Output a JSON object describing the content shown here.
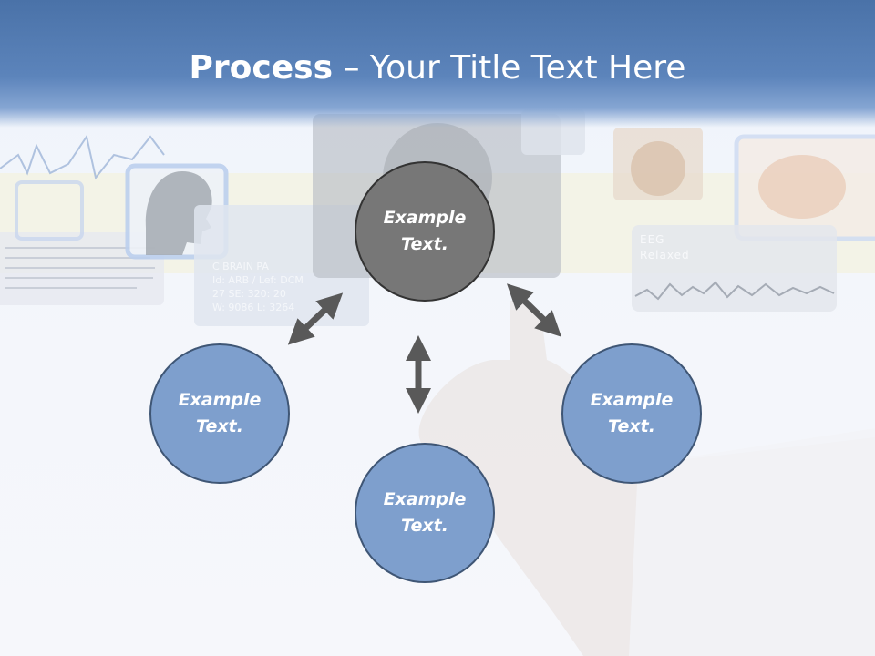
{
  "title": {
    "bold": "Process",
    "rest": " – Your Title Text Here"
  },
  "circles": {
    "top": "Example\nText.",
    "left": "Example\nText.",
    "bottom": "Example\nText.",
    "right": "Example\nText."
  },
  "background": {
    "panel_text_lines": [
      "C BRAIN PA",
      "Id: ARB / Lef: DCM",
      "27 SE: 320: 20",
      "W: 9086 L: 3264"
    ],
    "eeg_text": [
      "EEG",
      "Relaxed"
    ]
  },
  "colors": {
    "header": "#5a82b9",
    "circle_blue": "#7e9fcd",
    "circle_gray": "#777777",
    "arrow": "#595959"
  }
}
